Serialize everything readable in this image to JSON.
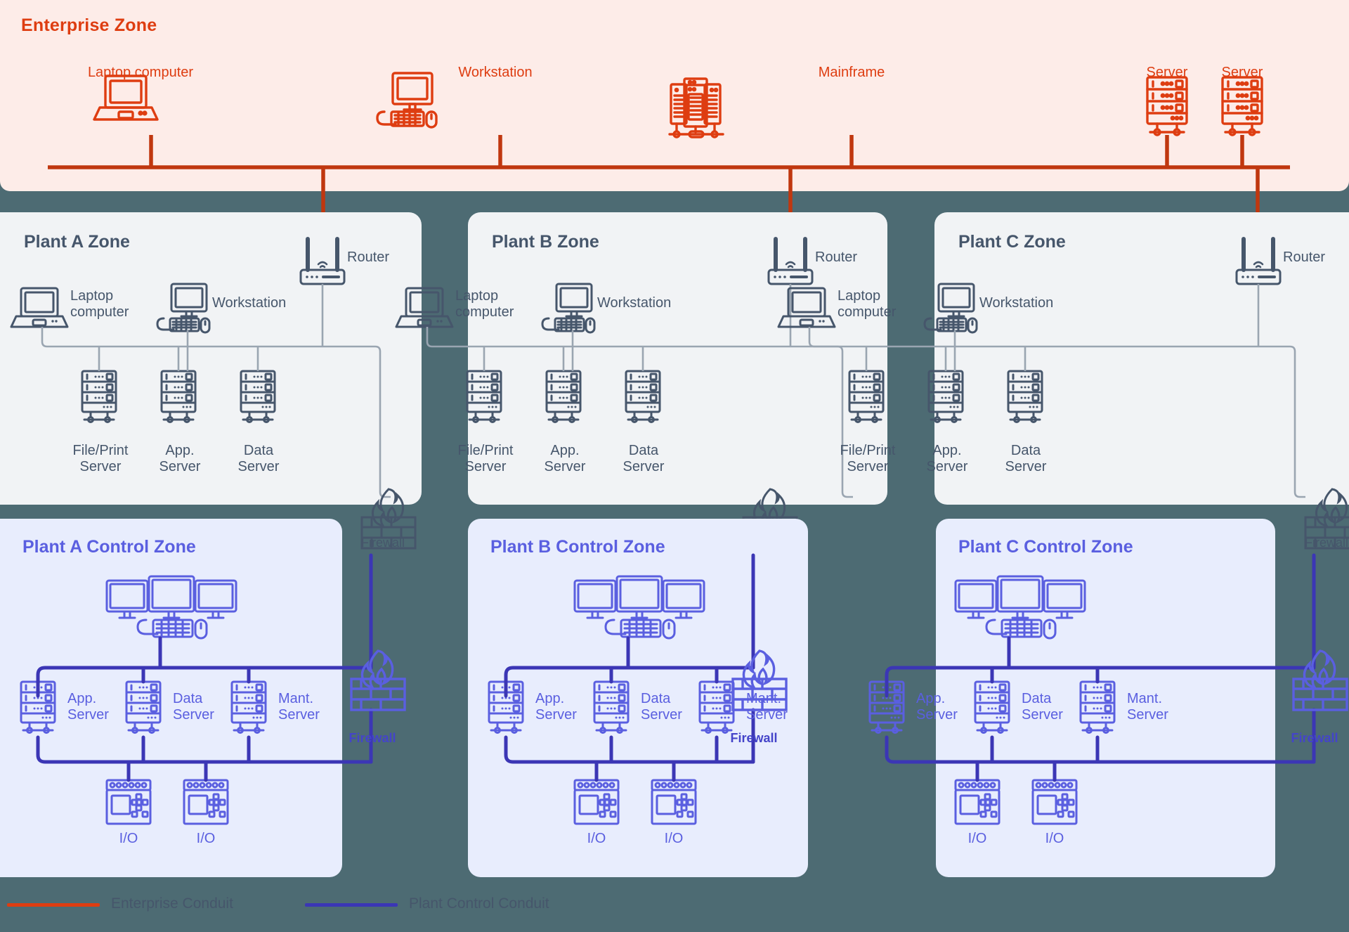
{
  "colors": {
    "page_background": "#4d6b73",
    "enterprise_fill": "#fdece8",
    "enterprise_accent": "#de3d11",
    "plant_fill": "#f1f3f5",
    "plant_accent": "#46566b",
    "control_fill": "#e8edfd",
    "control_accent": "#5a5fe0",
    "control_conduit": "#3b36b5"
  },
  "enterprise": {
    "title": "Enterprise Zone",
    "nodes": [
      {
        "label": "Laptop computer",
        "icon": "laptop-icon"
      },
      {
        "label": "Workstation",
        "icon": "workstation-icon"
      },
      {
        "label": "Mainframe",
        "icon": "mainframe-icon"
      },
      {
        "label": "Server",
        "icon": "server-rack-icon"
      },
      {
        "label": "Server",
        "icon": "server-rack-icon"
      }
    ]
  },
  "plant_zones": [
    {
      "title": "Plant A Zone",
      "router": "Router",
      "laptop": "Laptop\ncomputer",
      "workstation": "Workstation",
      "servers": [
        "File/Print\nServer",
        "App.\nServer",
        "Data\nServer"
      ],
      "firewall": "Firewall"
    },
    {
      "title": "Plant B Zone",
      "router": "Router",
      "laptop": "Laptop\ncomputer",
      "workstation": "Workstation",
      "servers": [
        "File/Print\nServer",
        "App.\nServer",
        "Data\nServer"
      ],
      "firewall": "Firewall"
    },
    {
      "title": "Plant C Zone",
      "router": "Router",
      "laptop": "Laptop\ncomputer",
      "workstation": "Workstation",
      "servers": [
        "File/Print\nServer",
        "App.\nServer",
        "Data\nServer"
      ],
      "firewall": "Firewall"
    }
  ],
  "control_zones": [
    {
      "title": "Plant A Control Zone",
      "operator_station": "operator-console-icon",
      "servers": [
        "App.\nServer",
        "Data\nServer",
        "Mant.\nServer"
      ],
      "io_devices": [
        "I/O",
        "I/O"
      ],
      "firewall": "Firewall"
    },
    {
      "title": "Plant B Control Zone",
      "operator_station": "operator-console-icon",
      "servers": [
        "App.\nServer",
        "Data\nServer",
        "Mant.\nServer"
      ],
      "io_devices": [
        "I/O",
        "I/O"
      ],
      "firewall": "Firewall"
    },
    {
      "title": "Plant C Control Zone",
      "operator_station": "operator-console-icon",
      "servers": [
        "App.\nServer",
        "Data\nServer",
        "Mant.\nServer"
      ],
      "io_devices": [
        "I/O",
        "I/O"
      ],
      "firewall": "Firewall"
    }
  ],
  "legend": {
    "items": [
      {
        "label": "Enterprise Conduit",
        "color": "#de3d11"
      },
      {
        "label": "Plant Control Conduit",
        "color": "#3b36b5"
      }
    ]
  }
}
